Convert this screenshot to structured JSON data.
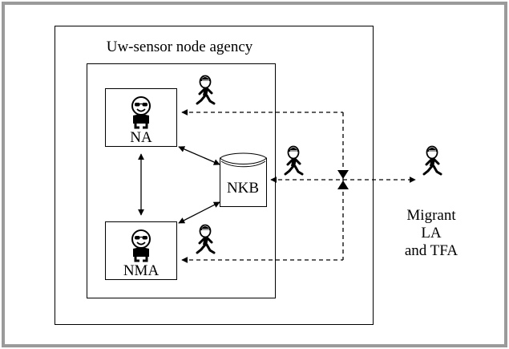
{
  "agency_title": "Uw-sensor node agency",
  "na": {
    "label": "NA"
  },
  "nma": {
    "label": "NMA"
  },
  "nkb": {
    "label": "NKB"
  },
  "migrant": {
    "line1": "Migrant",
    "line2": "LA",
    "line3": "and TFA"
  },
  "icons": {
    "agent_face": "smiley-with-sunglasses-icon",
    "walking_agent": "walking-person-icon"
  },
  "colors": {
    "frame": "#9a9a9a",
    "ink": "#000000",
    "background": "#ffffff"
  }
}
